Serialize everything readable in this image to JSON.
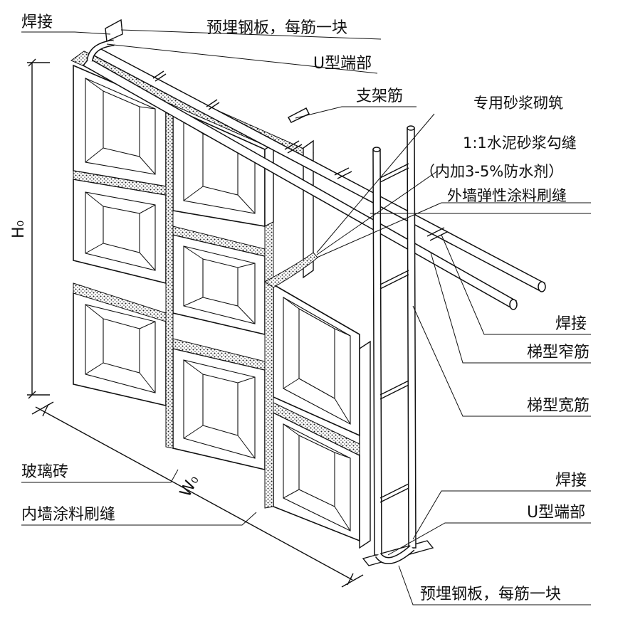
{
  "labels": {
    "weld_top": "焊接",
    "embed_plate_top": "预埋钢板，每筋一块",
    "u_end_top": "U型端部",
    "support_bar": "支架筋",
    "special_mortar": "专用砂浆砌筑",
    "joint_line1": "1:1水泥砂浆勾缝",
    "joint_line2": "（内加3-5%防水剂）",
    "exterior_coating": "外墙弹性涂料刷缝",
    "weld_right": "焊接",
    "ladder_narrow": "梯型窄筋",
    "ladder_wide": "梯型宽筋",
    "glass_brick": "玻璃砖",
    "interior_coating": "内墙涂料刷缝",
    "weld_bottom": "焊接",
    "u_end_bottom": "U型端部",
    "embed_plate_bottom": "预埋钢板，每筋一块"
  },
  "dimensions": {
    "height": "H₀",
    "width": "W₀"
  }
}
